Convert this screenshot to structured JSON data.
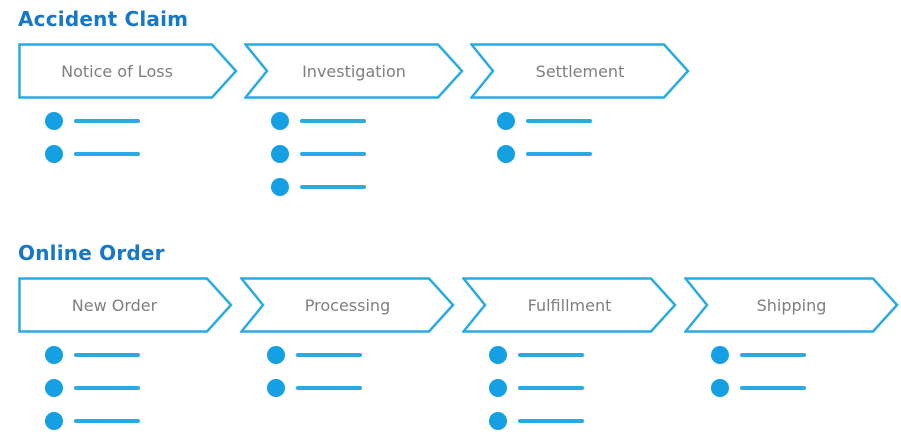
{
  "colors": {
    "title": "#1777c8",
    "chevron_border": "#29abe2",
    "chevron_fill": "#ffffff",
    "step_label": "#7f7f7f",
    "bullet_dot": "#14a0e2",
    "bullet_line": "#29abe2"
  },
  "sections": [
    {
      "title": "Accident Claim",
      "steps": [
        {
          "label": "Notice of Loss",
          "bullets": 2
        },
        {
          "label": "Investigation",
          "bullets": 3
        },
        {
          "label": "Settlement",
          "bullets": 2
        }
      ]
    },
    {
      "title": "Online Order",
      "steps": [
        {
          "label": "New Order",
          "bullets": 3
        },
        {
          "label": "Processing",
          "bullets": 2
        },
        {
          "label": "Fulfillment",
          "bullets": 3
        },
        {
          "label": "Shipping",
          "bullets": 2
        }
      ]
    }
  ]
}
